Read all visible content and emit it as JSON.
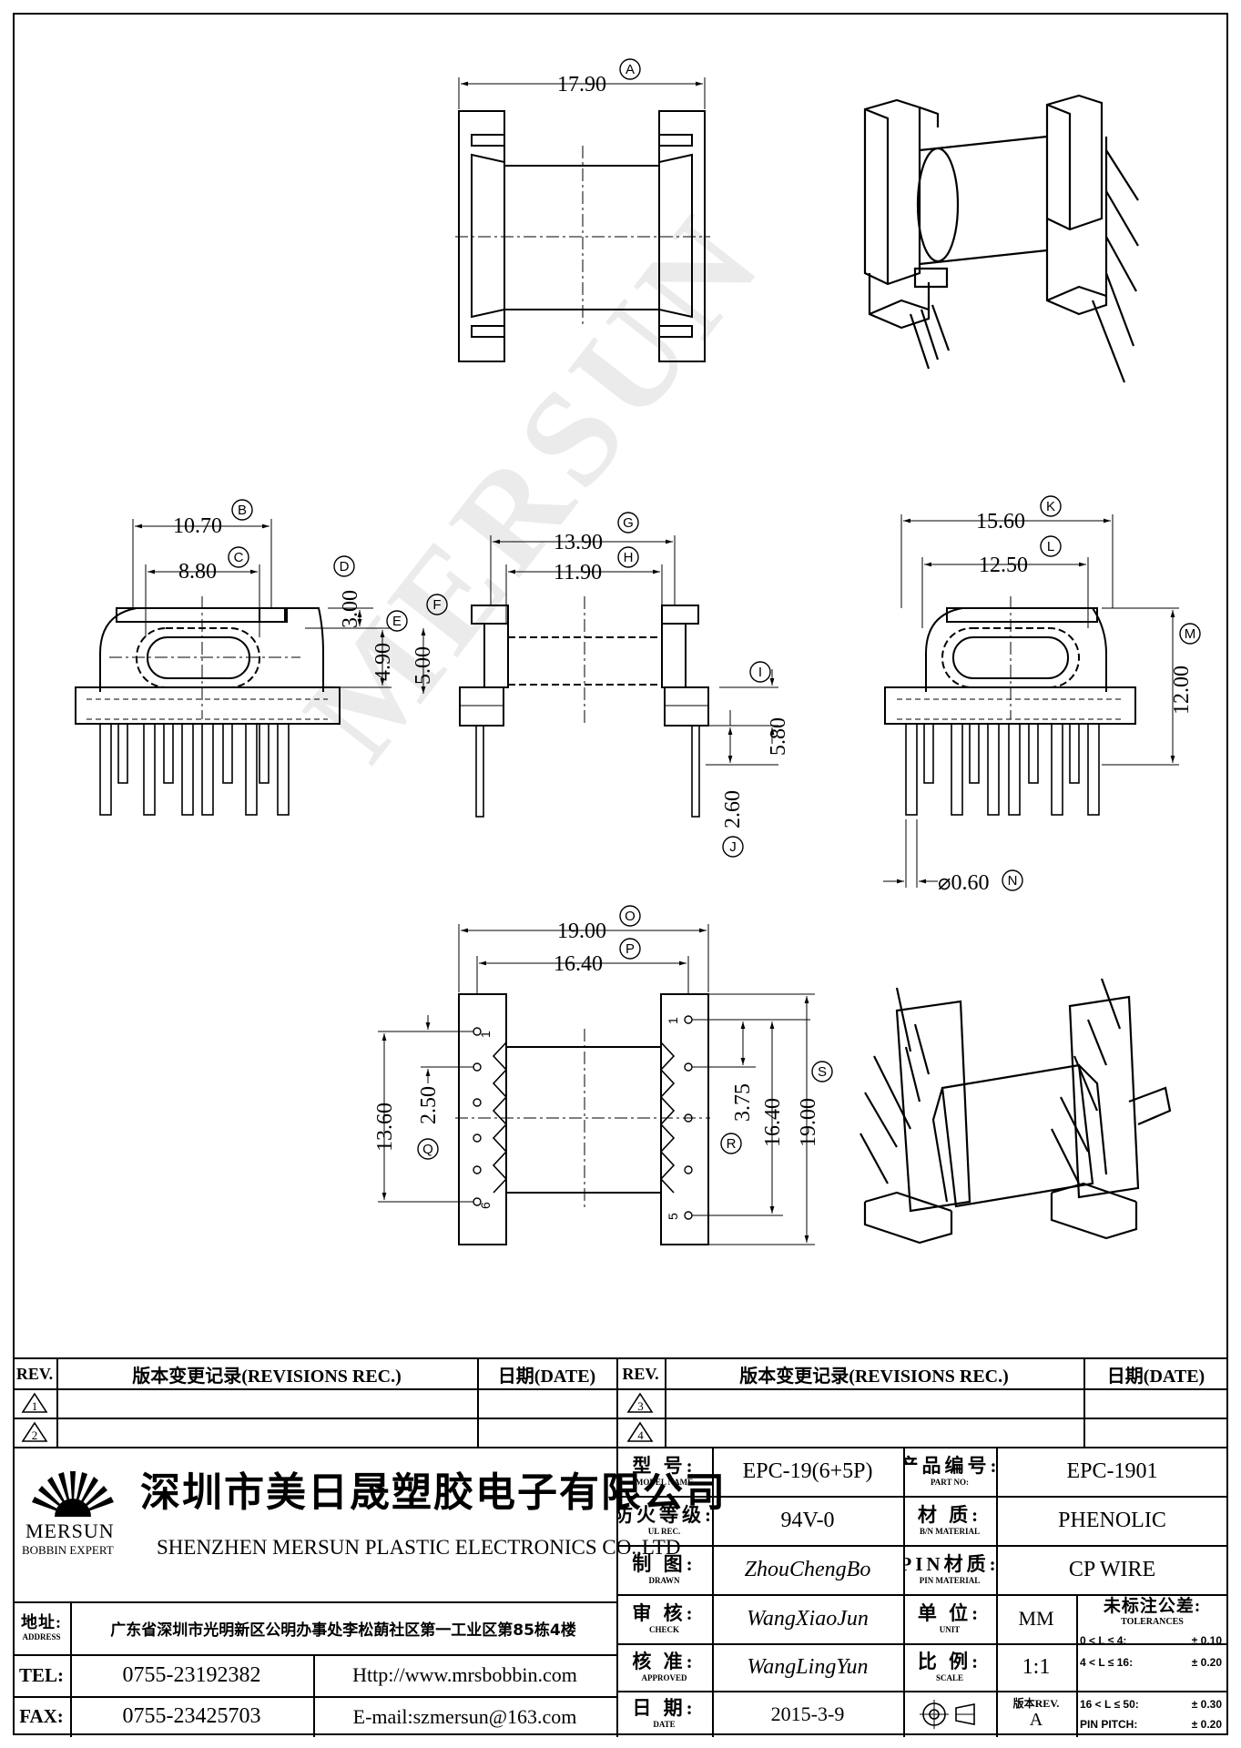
{
  "drawing": {
    "dims": {
      "A": "17.90",
      "B": "10.70",
      "C": "8.80",
      "D": "3.00",
      "E": "4.90",
      "F": "5.00",
      "G": "13.90",
      "H": "11.90",
      "I": "5.80",
      "J": "2.60",
      "K": "15.60",
      "L": "12.50",
      "M": "12.00",
      "N": "⌀0.60",
      "O": "19.00",
      "P": "16.40",
      "Q": "2.50",
      "Q_total": "13.60",
      "R": "3.75",
      "R_total": "16.40",
      "S": "19.00"
    },
    "balloons": [
      "A",
      "B",
      "C",
      "D",
      "E",
      "F",
      "G",
      "H",
      "I",
      "J",
      "K",
      "L",
      "M",
      "N",
      "O",
      "P",
      "Q",
      "R",
      "S"
    ],
    "pin_labels": {
      "left_top": "1",
      "left_bottom": "6",
      "right_top": "1",
      "right_bottom": "5"
    },
    "watermark": "MERSUN"
  },
  "title_block": {
    "rev_header": "REV.",
    "rev_desc_header": "版本变更记录(REVISIONS REC.)",
    "date_header": "日期(DATE)",
    "revs_left": [
      "1",
      "2"
    ],
    "revs_right": [
      "3",
      "4"
    ],
    "company_cn": "深圳市美日晟塑胶电子有限公司",
    "company_en": "SHENZHEN MERSUN PLASTIC ELECTRONICS CO.,LTD",
    "logo_name": "MERSUN",
    "logo_tagline": "BOBBIN EXPERT",
    "address_label_cn": "地址:",
    "address_label_en": "ADDRESS",
    "address": "广东省深圳市光明新区公明办事处李松蓢社区第一工业区第85栋4楼",
    "tel_label": "TEL:",
    "tel": "0755-23192382",
    "fax_label": "FAX:",
    "fax": "0755-23425703",
    "web": "Http://www.mrsbobbin.com",
    "email": "E-mail:szmersun@163.com",
    "model_label_cn": "型 号:",
    "model_label_en": "MODEL NAME",
    "model": "EPC-19(6+5P)",
    "ul_label_cn": "防火等级:",
    "ul_label_en": "UL REC.",
    "ul": "94V-0",
    "drawn_label_cn": "制 图:",
    "drawn_label_en": "DRAWN",
    "drawn": "ZhouChengBo",
    "check_label_cn": "审 核:",
    "check_label_en": "CHECK",
    "check": "WangXiaoJun",
    "approved_label_cn": "核 准:",
    "approved_label_en": "APPROVED",
    "approved": "WangLingYun",
    "date_label_cn": "日 期:",
    "date_label_en": "DATE",
    "date": "2015-3-9",
    "part_label_cn": "产品编号:",
    "part_label_en": "PART NO:",
    "part_no": "EPC-1901",
    "material_label_cn": "材 质:",
    "material_label_en": "B/N MATERIAL",
    "material": "PHENOLIC",
    "pin_mat_label_cn": "PIN材质:",
    "pin_mat_label_en": "PIN MATERIAL",
    "pin_material": "CP WIRE",
    "unit_label_cn": "单 位:",
    "unit_label_en": "UNIT",
    "unit": "MM",
    "scale_label_cn": "比 例:",
    "scale_label_en": "SCALE",
    "scale": "1:1",
    "version_label": "版本REV.",
    "version": "A",
    "tol_label_cn": "未标注公差:",
    "tol_label_en": "TOLERANCES",
    "tolerances": [
      {
        "range": "0 < L ≤ 4:",
        "tol": "± 0.10"
      },
      {
        "range": "4 < L ≤ 16:",
        "tol": "± 0.20"
      },
      {
        "range": "16 < L ≤ 50:",
        "tol": "± 0.30"
      },
      {
        "range": "PIN PITCH:",
        "tol": "± 0.20"
      }
    ]
  }
}
